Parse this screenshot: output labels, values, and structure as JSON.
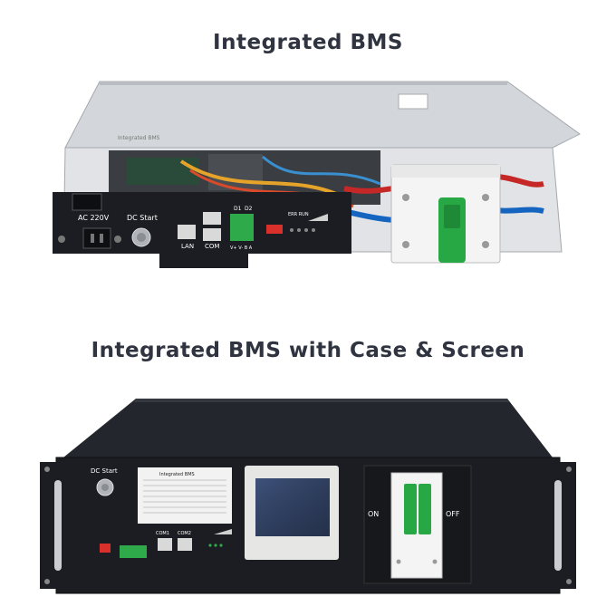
{
  "titles": {
    "top": "Integrated BMS",
    "bottom": "Integrated BMS with Case & Screen"
  },
  "top_unit": {
    "panel_labels": {
      "ac": "AC 220V",
      "dc_start": "DC Start",
      "lan": "LAN",
      "com": "COM",
      "d1": "D1",
      "d2": "D2",
      "v_pins": "V+ V- B A",
      "err_run": "ERR RUN"
    },
    "chassis_label": "Integrated BMS"
  },
  "bottom_unit": {
    "panel_labels": {
      "dc_start": "DC Start",
      "com1": "COM1",
      "com2": "COM2",
      "on": "ON",
      "off": "OFF",
      "label_plate_title": "Integrated BMS"
    }
  },
  "colors": {
    "title": "#2f3440",
    "panel": "#1b1d22",
    "chassis": "#c9ccd1",
    "breaker_green": "#27a844"
  }
}
